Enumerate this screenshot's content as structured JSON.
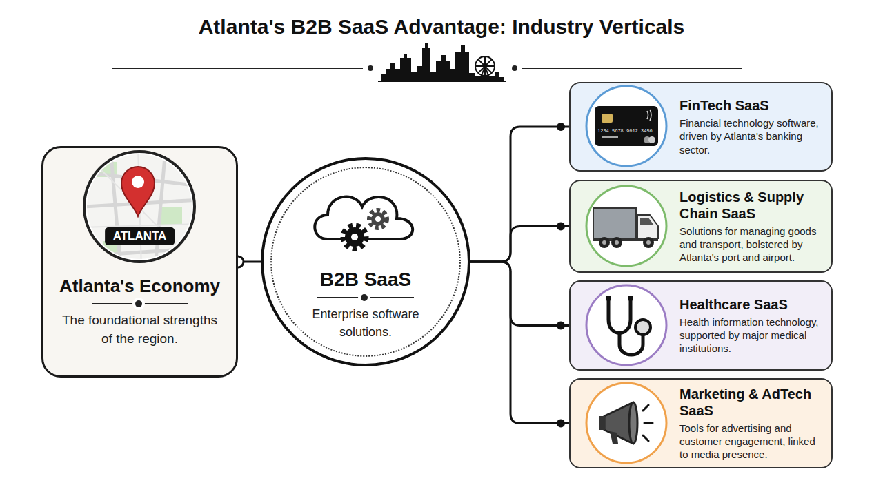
{
  "diagram": {
    "title": "Atlanta's B2B SaaS Advantage: Industry Verticals",
    "nodes": [
      {
        "text": [
          "ATLANTA",
          "Atlanta's Economy",
          "The foundational strengths of the region."
        ]
      },
      {
        "text": [
          "B2B SaaS",
          "Enterprise software solutions."
        ]
      },
      {
        "text": [
          "FinTech SaaS",
          "Financial technology software, driven by Atlanta's banking sector."
        ]
      },
      {
        "text": [
          "Logistics & Supply Chain SaaS",
          "Solutions for managing goods and transport, bolstered by Atlanta's port and airport."
        ]
      },
      {
        "text": [
          "Healthcare SaaS",
          "Health information technology, supported by major medical institutions."
        ]
      },
      {
        "text": [
          "Marketing & AdTech SaaS",
          "Tools for advertising and customer engagement, linked to media presence."
        ]
      }
    ],
    "edges": [
      {
        "from": 0,
        "to": 1,
        "arrow": "none"
      },
      {
        "from": 1,
        "to": 2,
        "arrow": "none"
      },
      {
        "from": 1,
        "to": 3,
        "arrow": "none"
      },
      {
        "from": 1,
        "to": 4,
        "arrow": "none"
      },
      {
        "from": 1,
        "to": 5,
        "arrow": "none"
      }
    ],
    "labels": [
      "1234 5678 9012 3456"
    ]
  }
}
